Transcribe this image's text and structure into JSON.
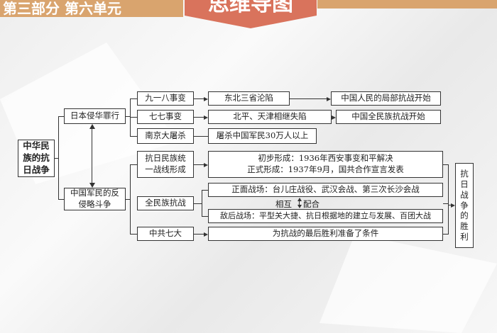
{
  "header": {
    "left_label": "第三部分 第六单元",
    "banner_title": "思维导图"
  },
  "root": "中华民族的抗日战争",
  "branch1": {
    "label": "日本侵华罪行",
    "rows": [
      {
        "event": "九一八事变",
        "result": "东北三省沦陷",
        "outcome": "中国人民的局部抗战开始"
      },
      {
        "event": "七七事变",
        "result": "北平、天津相继失陷",
        "outcome": "中国全民族抗战开始"
      },
      {
        "event": "南京大屠杀",
        "result": "屠杀中国军民30万人以上"
      }
    ]
  },
  "branch2": {
    "label": "中国军民的反侵略斗争",
    "united_front": {
      "label": "抗日民族统一战线形成",
      "line1": "初步形成：1936年西安事变和平解决",
      "line2": "正式形成：1937年9月，国共合作宣言发表"
    },
    "war": {
      "label": "全民族抗战",
      "front": "正面战场：台儿庄战役、武汉会战、第三次长沙会战",
      "mutual_left": "相互",
      "mutual_right": "配合",
      "rear": "敌后战场：平型关大捷、抗日根据地的建立与发展、百团大战"
    },
    "congress": {
      "label": "中共七大",
      "result": "为抗战的最后胜利准备了条件"
    }
  },
  "victory": "抗日战争的胜利"
}
